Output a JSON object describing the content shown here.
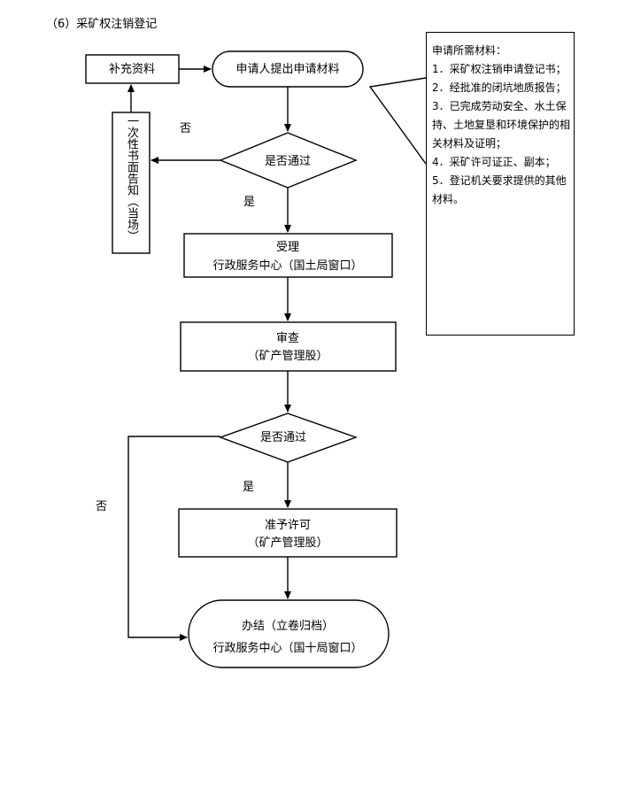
{
  "title": "（6）采矿权注销登记",
  "nodes": {
    "start": "申请人提出申请材料",
    "supplement": "补充资料",
    "notify": "一次性书面告知（当场）",
    "decision1": "是否通过",
    "accept_title": "受理",
    "accept_sub": "行政服务中心（国土局窗口）",
    "review_title": "审查",
    "review_sub": "（矿产管理股）",
    "decision2": "是否通过",
    "permit_title": "准予许可",
    "permit_sub": "（矿产管理股）",
    "finish_title": "办结（立卷归档）",
    "finish_sub": "行政服务中心（国十局窗口）"
  },
  "labels": {
    "no1": "否",
    "yes1": "是",
    "yes2": "是",
    "no2": "否"
  },
  "materials": {
    "heading": "申请所需材料：",
    "items": [
      "1．采矿权注销申请登记书；",
      "2．经批准的闭坑地质报告；",
      "3．已完成劳动安全、水土保持、土地复垦和环境保护的相关材料及证明；",
      "4．采矿许可证正、副本；",
      "5．登记机关要求提供的其他材料。"
    ]
  }
}
